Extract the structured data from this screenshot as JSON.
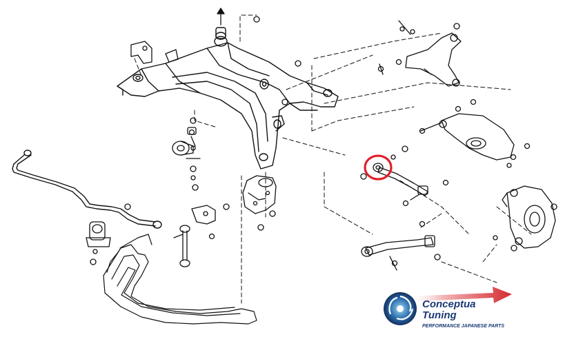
{
  "diagram": {
    "type": "exploded-parts-diagram",
    "highlight_color": "#e0202a",
    "line_color": "#111111"
  },
  "logo": {
    "line1": "Conceptua",
    "line2": "Tuning",
    "tagline": "PERFORMANCE JAPANESE PARTS",
    "arrow_color": "#d42a2f",
    "swirl_color": "#1d3f7a",
    "text_color": "#1a3a75",
    "icon": "turbo-swirl-icon"
  }
}
